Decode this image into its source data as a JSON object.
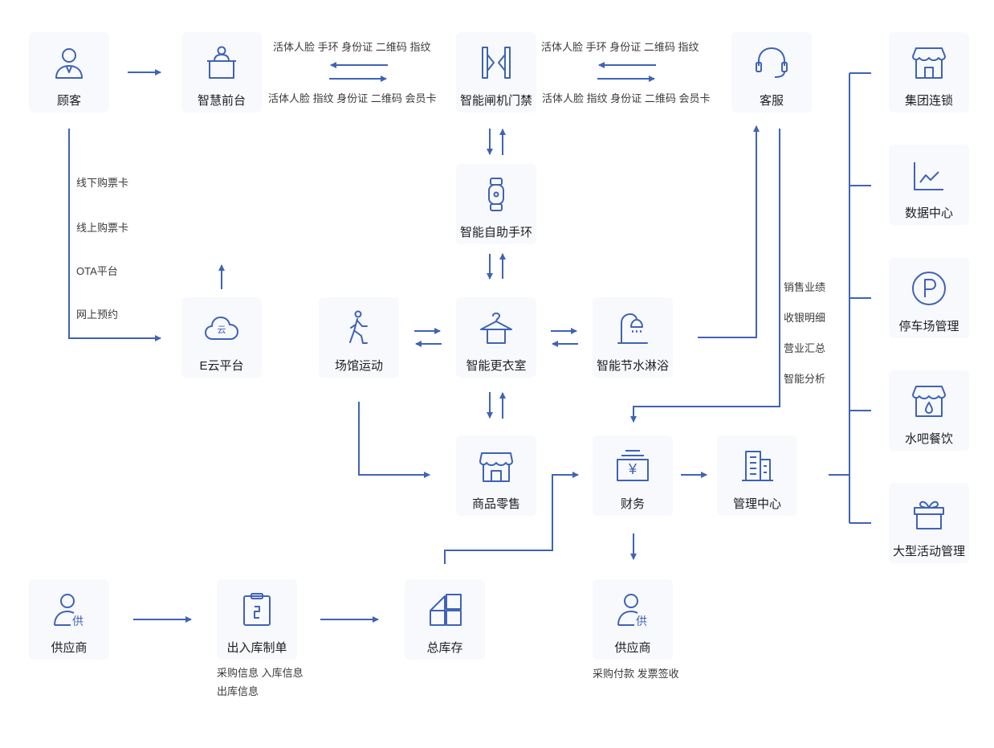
{
  "nodes": {
    "customer": "顾客",
    "front_desk": "智慧前台",
    "gate": "智能闸机门禁",
    "service": "客服",
    "wristband": "智能自助手环",
    "cloud": "E云平台",
    "cloud_icon_text": "云",
    "venue": "场馆运动",
    "locker": "智能更衣室",
    "shower": "智能节水淋浴",
    "retail": "商品零售",
    "finance": "财务",
    "finance_icon_text": "¥",
    "management": "管理中心",
    "supplier_left": "供应商",
    "supplier_right": "供应商",
    "supplier_icon_text": "供",
    "stock_order": "出入库制单",
    "warehouse": "总库存",
    "group_chain": "集团连锁",
    "data_center": "数据中心",
    "parking": "停车场管理",
    "water_bar": "水吧餐饮",
    "events": "大型活动管理"
  },
  "annotations": {
    "gate_to_desk_top": "活体人脸  手环  身份证  二维码  指纹",
    "gate_to_desk_bottom": "活体人脸  指纹  身份证  二维码  会员卡",
    "gate_to_service_top": "活体人脸  手环  身份证  二维码  指纹",
    "gate_to_service_bottom": "活体人脸  指纹  身份证  二维码  会员卡",
    "channels": [
      "线下购票卡",
      "线上购票卡",
      "OTA平台",
      "网上预约"
    ],
    "reports": [
      "销售业绩",
      "收银明细",
      "营业汇总",
      "智能分析"
    ],
    "stock_info_1": "采购信息  入库信息",
    "stock_info_2": "出库信息",
    "supplier_payment": "采购付款  发票签收"
  },
  "colors": {
    "accent": "#3f63b5",
    "node_bg": "#f7f9fd",
    "text": "#1e1e1e"
  }
}
